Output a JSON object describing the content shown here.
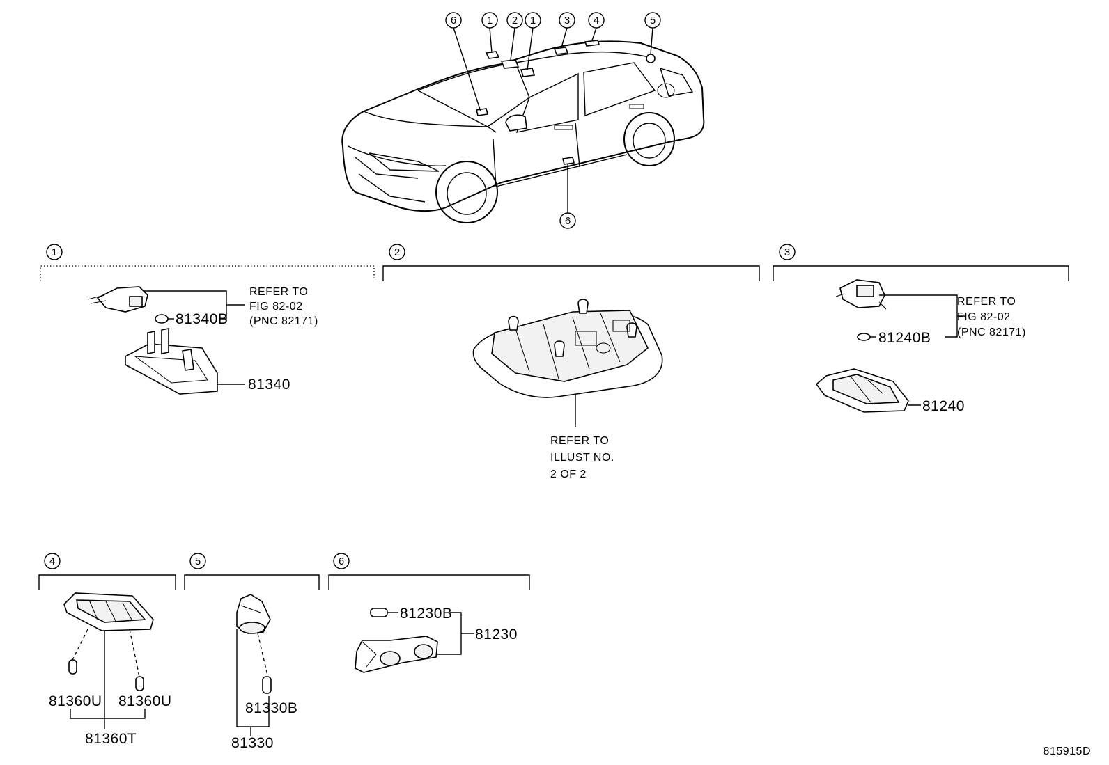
{
  "callouts": {
    "c1": "1",
    "c2": "2",
    "c3": "3",
    "c4": "4",
    "c5": "5",
    "c6": "6"
  },
  "section1": {
    "part_bulb": "81340B",
    "part_lamp": "81340",
    "refer": [
      "REFER TO",
      "FIG 82-02",
      "(PNC 82171)"
    ]
  },
  "section2": {
    "refer": [
      "REFER TO",
      "ILLUST NO.",
      "2 OF 2"
    ]
  },
  "section3": {
    "part_bulb": "81240B",
    "part_lamp": "81240",
    "refer": [
      "REFER TO",
      "FIG 82-02",
      "(PNC 82171)"
    ]
  },
  "section4": {
    "bulb_left": "81360U",
    "bulb_right": "81360U",
    "assembly": "81360T"
  },
  "section5": {
    "bulb": "81330B",
    "assembly": "81330"
  },
  "section6": {
    "bulb": "81230B",
    "assembly": "81230"
  },
  "footer": {
    "figure_code": "815915D"
  }
}
